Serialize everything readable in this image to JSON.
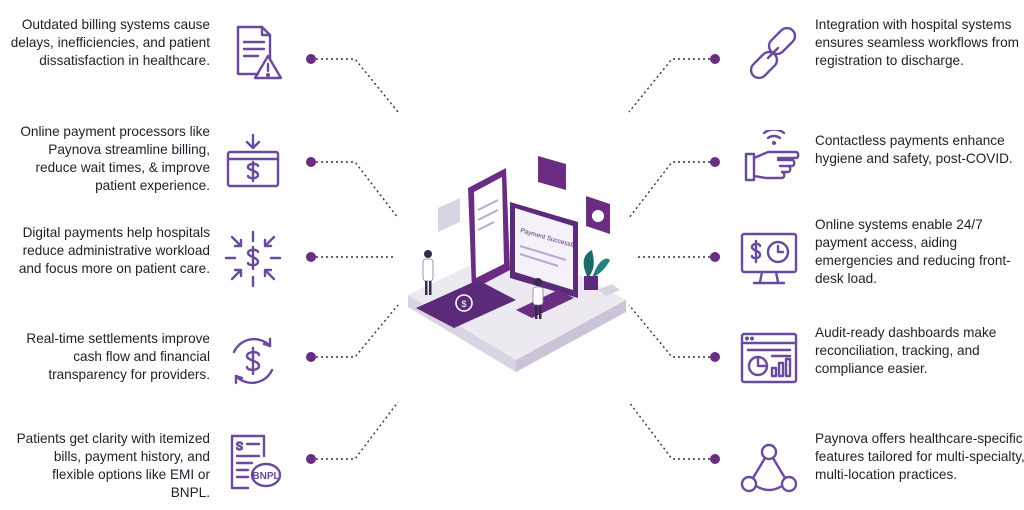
{
  "colors": {
    "accent": "#6a2d83",
    "icon_stroke": "#6a4a9c",
    "text": "#1f1f2a"
  },
  "left_items": [
    {
      "text": "Outdated billing systems cause delays, inefficiencies, and patient dissatisfaction in healthcare.",
      "icon": "document-warning-icon"
    },
    {
      "text": "Online payment processors like Paynova streamline billing, reduce wait times, & improve patient experience.",
      "icon": "card-payment-icon"
    },
    {
      "text": "Digital payments help hospitals reduce administrative workload and focus more on patient care.",
      "icon": "dollar-converge-icon"
    },
    {
      "text": "Real-time settlements improve cash flow and financial transparency for providers.",
      "icon": "dollar-cycle-icon"
    },
    {
      "text": "Patients get clarity with itemized bills, payment history, and flexible options like EMI or BNPL.",
      "icon": "itemized-bill-icon"
    }
  ],
  "right_items": [
    {
      "text": "Integration with hospital systems ensures seamless workflows from registration to discharge.",
      "icon": "link-icon"
    },
    {
      "text": "Contactless payments enhance hygiene and safety, post-COVID.",
      "icon": "contactless-hand-icon"
    },
    {
      "text": "Online systems enable 24/7 payment access, aiding emergencies and reducing front-desk load.",
      "icon": "monitor-clock-icon"
    },
    {
      "text": "Audit-ready dashboards make reconciliation, tracking, and compliance easier.",
      "icon": "dashboard-icon"
    },
    {
      "text": "Paynova offers healthcare-specific features tailored for multi-specialty, multi-location practices.",
      "icon": "network-icon"
    }
  ],
  "illustration": {
    "phone_screen_label": "Payment Successful",
    "card_symbol": "$",
    "bnpl_badge": "BNPL"
  }
}
